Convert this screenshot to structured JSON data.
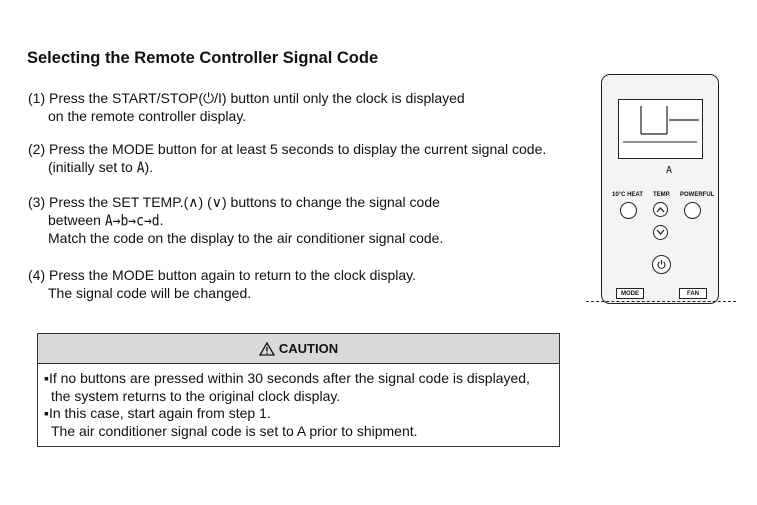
{
  "title": "Selecting the Remote Controller Signal Code",
  "steps": [
    {
      "line1": "(1) Press the START/STOP(⏻/I) button until only the clock is displayed",
      "line2": "on the remote controller display."
    },
    {
      "line1": "(2) Press the MODE button for at least 5 seconds to display the current signal code.",
      "line2_prefix": "(initially set to ",
      "line2_code": "A",
      "line2_suffix": ")."
    },
    {
      "line1": "(3) Press the SET TEMP.(∧) (∨) buttons to change the signal code",
      "line2_prefix": "between ",
      "line2_code": "A→b→c→d",
      "line2_suffix": ".",
      "line3": "Match the code on the display to the air conditioner signal code."
    },
    {
      "line1": "(4) Press the MODE button again to return to the clock display.",
      "line2": "The signal code will be changed."
    }
  ],
  "caution": {
    "heading": "CAUTION",
    "items": [
      {
        "line1": "If no buttons are pressed within 30 seconds after the signal code is displayed,",
        "line2": "the system returns to the original clock display."
      },
      {
        "line1": "In this case, start again from step 1.",
        "line2": "The air conditioner signal code is set to A prior to shipment."
      }
    ]
  },
  "remote": {
    "display_code": "A",
    "labels": {
      "heat": "10°C HEAT",
      "temp": "TEMP.",
      "powerful": "POWERFUL"
    },
    "mode_button": "MODE",
    "fan_button": "FAN"
  }
}
